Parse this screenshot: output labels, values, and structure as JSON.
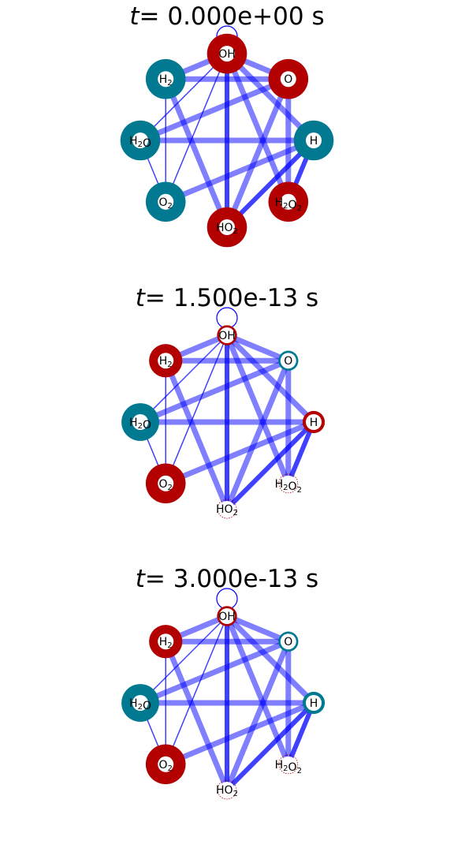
{
  "colors": {
    "edge": "#0000ff",
    "node_teal": "#007991",
    "node_red": "#b30000",
    "node_fill": "#ffffff"
  },
  "species": [
    {
      "id": "OH",
      "label": "OH",
      "sub": ""
    },
    {
      "id": "O",
      "label": "O",
      "sub": ""
    },
    {
      "id": "H",
      "label": "H",
      "sub": ""
    },
    {
      "id": "H2O2",
      "label": "H2O2",
      "sub": "H₂O₂"
    },
    {
      "id": "HO2",
      "label": "HO2",
      "sub": "HO₂"
    },
    {
      "id": "O2",
      "label": "O2",
      "sub": "O₂"
    },
    {
      "id": "H2O",
      "label": "H2O",
      "sub": "H₂O"
    },
    {
      "id": "H2",
      "label": "H2",
      "sub": "H₂"
    }
  ],
  "edges": [
    {
      "a": "OH",
      "b": "H2",
      "w": 2
    },
    {
      "a": "OH",
      "b": "O",
      "w": 2
    },
    {
      "a": "OH",
      "b": "H",
      "w": 2
    },
    {
      "a": "OH",
      "b": "HO2",
      "w": 3
    },
    {
      "a": "OH",
      "b": "H2O",
      "w": 1
    },
    {
      "a": "OH",
      "b": "O2",
      "w": 1
    },
    {
      "a": "OH",
      "b": "H2O2",
      "w": 2
    },
    {
      "a": "H2",
      "b": "O",
      "w": 2
    },
    {
      "a": "H2",
      "b": "O2",
      "w": 1
    },
    {
      "a": "H2",
      "b": "HO2",
      "w": 2
    },
    {
      "a": "O",
      "b": "H2O",
      "w": 2
    },
    {
      "a": "O",
      "b": "H2O2",
      "w": 2
    },
    {
      "a": "O",
      "b": "HO2",
      "w": 2
    },
    {
      "a": "H2O",
      "b": "H",
      "w": 2
    },
    {
      "a": "H2O",
      "b": "O2",
      "w": 1
    },
    {
      "a": "O2",
      "b": "H",
      "w": 2
    },
    {
      "a": "H",
      "b": "HO2",
      "w": 3
    },
    {
      "a": "H",
      "b": "H2O2",
      "w": 3
    }
  ],
  "panels": [
    {
      "time_label": "t",
      "time_value": "=  0.000e+00 s",
      "self_loop": true,
      "nodes": {
        "OH": {
          "color": "red",
          "size": 0.95
        },
        "O": {
          "color": "red",
          "size": 0.95
        },
        "H": {
          "color": "teal",
          "size": 0.95
        },
        "H2O2": {
          "color": "red",
          "size": 0.95
        },
        "HO2": {
          "color": "red",
          "size": 0.95
        },
        "O2": {
          "color": "teal",
          "size": 0.95
        },
        "H2O": {
          "color": "teal",
          "size": 0.95
        },
        "H2": {
          "color": "teal",
          "size": 0.95
        }
      }
    },
    {
      "time_label": "t",
      "time_value": "=  1.500e-13 s",
      "self_loop": true,
      "nodes": {
        "OH": {
          "color": "red",
          "size": 0.05
        },
        "O": {
          "color": "teal",
          "size": 0.05
        },
        "H": {
          "color": "red",
          "size": 0.15
        },
        "H2O2": {
          "color": "red",
          "size": 0.0
        },
        "HO2": {
          "color": "red",
          "size": 0.0
        },
        "O2": {
          "color": "red",
          "size": 0.95
        },
        "H2O": {
          "color": "teal",
          "size": 0.85
        },
        "H2": {
          "color": "red",
          "size": 0.65
        }
      }
    },
    {
      "time_label": "t",
      "time_value": "=  3.000e-13 s",
      "self_loop": true,
      "nodes": {
        "OH": {
          "color": "red",
          "size": 0.05
        },
        "O": {
          "color": "teal",
          "size": 0.05
        },
        "H": {
          "color": "teal",
          "size": 0.15
        },
        "H2O2": {
          "color": "red",
          "size": 0.0
        },
        "HO2": {
          "color": "red",
          "size": 0.0
        },
        "O2": {
          "color": "red",
          "size": 0.95
        },
        "H2O": {
          "color": "teal",
          "size": 0.85
        },
        "H2": {
          "color": "red",
          "size": 0.65
        }
      }
    }
  ]
}
